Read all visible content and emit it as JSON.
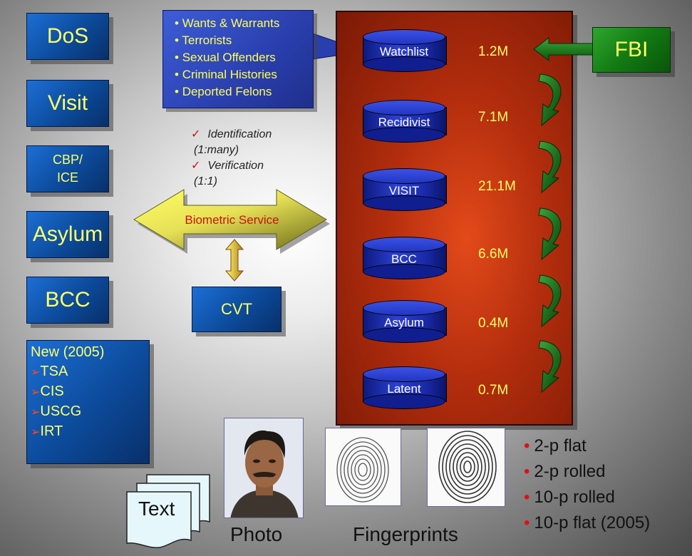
{
  "left_boxes": {
    "dos": "DoS",
    "visit": "Visit",
    "cbp_line1": "CBP/",
    "cbp_line2": "ICE",
    "asylum": "Asylum",
    "bcc": "BCC"
  },
  "new_box": {
    "title": "New (2005)",
    "items": [
      "TSA",
      "CIS",
      "USCG",
      "IRT"
    ]
  },
  "callout": {
    "items": [
      "Wants & Warrants",
      "Terrorists",
      "Sexual Offenders",
      "Criminal Histories",
      "Deported Felons"
    ]
  },
  "checks": {
    "identification": "Identification",
    "identification_sub": "(1:many)",
    "verification": "Verification",
    "verification_sub": "(1:1)"
  },
  "biometric_service": "Biometric Service",
  "cvt": "CVT",
  "fbi": "FBI",
  "databases": [
    {
      "name": "Watchlist",
      "count": "1.2M"
    },
    {
      "name": "Recidivist",
      "count": "7.1M"
    },
    {
      "name": "VISIT",
      "count": "21.1M"
    },
    {
      "name": "BCC",
      "count": "6.6M"
    },
    {
      "name": "Asylum",
      "count": "0.4M"
    },
    {
      "name": "Latent",
      "count": "0.7M"
    }
  ],
  "text_doc": "Text",
  "photo_caption": "Photo",
  "fingerprints_caption": "Fingerprints",
  "fingerprint_types": [
    "2-p flat",
    "2-p rolled",
    "10-p rolled",
    "10-p flat (2005)"
  ],
  "colors": {
    "box_text": "#ffff66",
    "panel": "#b22d0d",
    "fbi_green": "#137a13",
    "bullet_red": "#e01010"
  }
}
